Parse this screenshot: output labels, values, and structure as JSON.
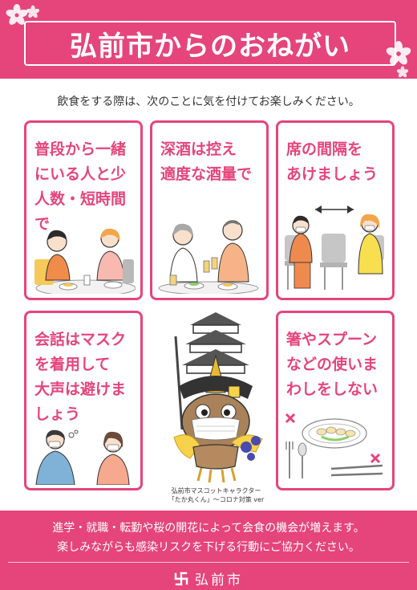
{
  "header": {
    "title": "弘前市からのおねがい"
  },
  "intro": "飲食をする際は、次のことに気を付けてお楽しみください。",
  "cards": [
    {
      "lines": [
        "普段から一緒",
        "にいる人と少",
        "人数・短時間で"
      ]
    },
    {
      "lines": [
        "深酒は控え",
        "適度な酒量で"
      ]
    },
    {
      "lines": [
        "席の間隔を",
        "あけましょう"
      ]
    },
    {
      "lines": [
        "会話はマスク",
        "を着用して",
        "大声は避けま",
        "しょう"
      ]
    },
    {
      "lines": [
        "箸やスプーン",
        "などの使いま",
        "わしをしない"
      ]
    }
  ],
  "mascot": {
    "caption_line1": "弘前市マスコットキャラクター",
    "caption_line2": "「たか丸くん」～コロナ対策 ver"
  },
  "footer": {
    "message_line1": "進学・就職・転勤や桜の開花によって会食の機会が増えます。",
    "message_line2": "楽しみながらも感染リスクを下げる行動にご協力ください。",
    "city_name": "弘前市"
  },
  "colors": {
    "brand_pink": "#e5457a",
    "light_pink": "#f7c9d8",
    "text_dark": "#333333"
  },
  "icons": {
    "city_emblem": "manji-emblem-icon",
    "decoration": "sakura-icon",
    "spacing_arrow": "double-arrow-icon",
    "no_sharing": "x-mark-icon"
  }
}
